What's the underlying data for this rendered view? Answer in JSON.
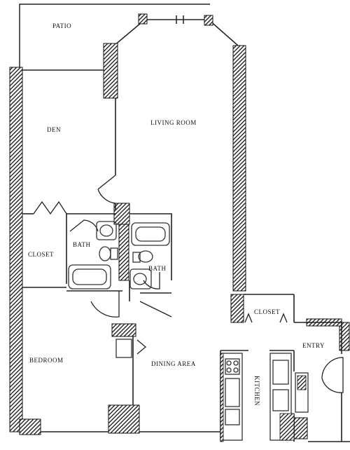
{
  "rooms": {
    "patio": "PATIO",
    "den": "DEN",
    "living_room": "LIVING ROOM",
    "closet_left": "CLOSET",
    "bath_left": "BATH",
    "bath_right": "BATH",
    "closet_right": "CLOSET",
    "entry": "ENTRY",
    "bedroom": "BEDROOM",
    "dining_area": "DINING AREA",
    "kitchen": "KITCHEN"
  },
  "colors": {
    "wall": "#1a1a1a",
    "line": "#222222",
    "fixture": "#333333"
  }
}
